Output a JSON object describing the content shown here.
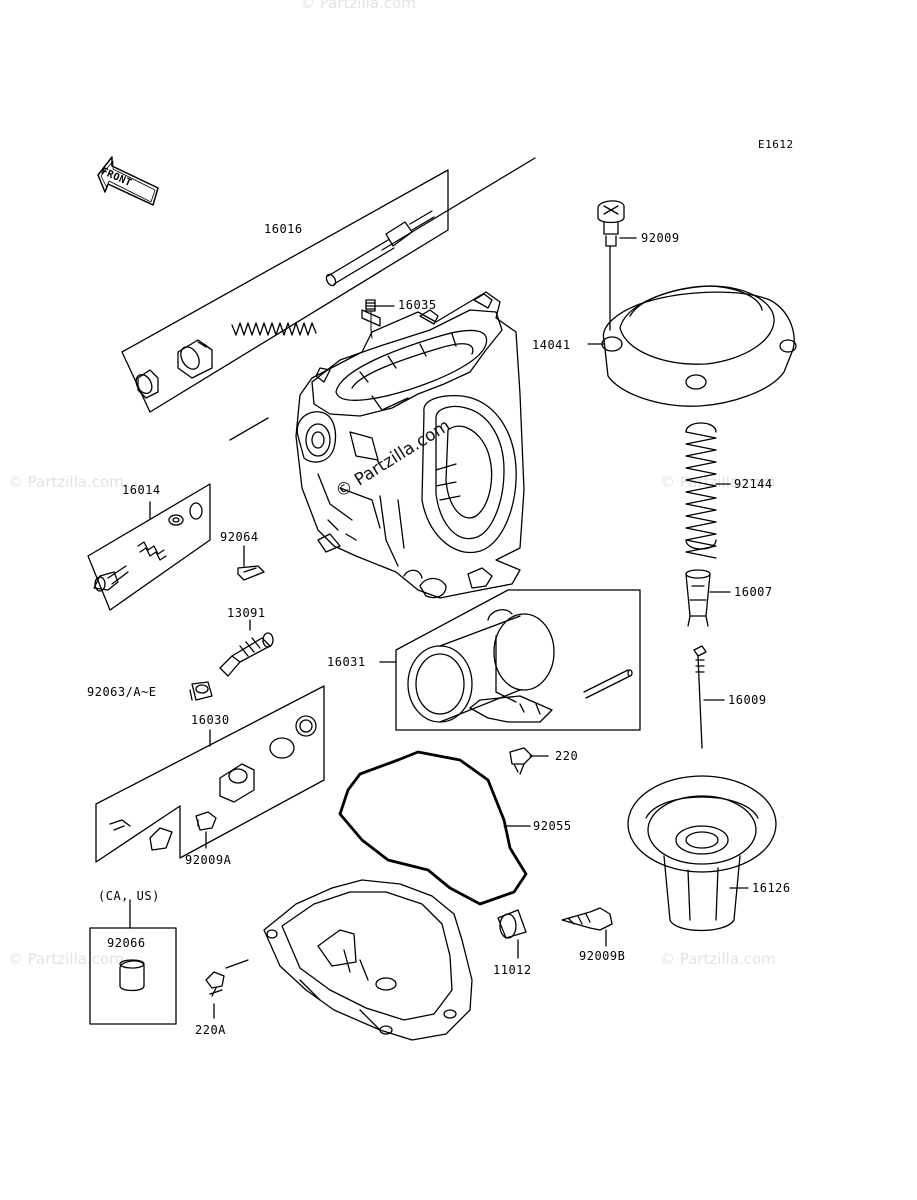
{
  "diagram_code": "E1612",
  "front_label": "FRONT",
  "note_ca_us": "(CA, US)",
  "watermark_text": "© Partzilla.com",
  "parts": {
    "p16016": "16016",
    "p16035": "16035",
    "p16014": "16014",
    "p92064": "92064",
    "p13091": "13091",
    "p92063": "92063/A~E",
    "p16030": "16030",
    "p92009A": "92009A",
    "p92066": "92066",
    "p220A": "220A",
    "p16031": "16031",
    "p220": "220",
    "p92055": "92055",
    "p11012": "11012",
    "p92009B": "92009B",
    "p92009": "92009",
    "p14041": "14041",
    "p92144": "92144",
    "p16007": "16007",
    "p16009": "16009",
    "p16126": "16126"
  }
}
